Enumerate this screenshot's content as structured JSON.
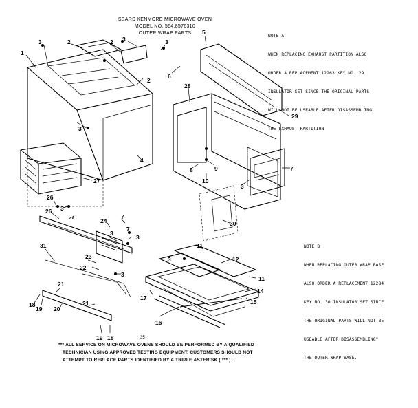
{
  "header": {
    "line1": "SEARS KENMORE MICROWAVE OVEN",
    "line2": "MODEL NO. 564.8576310",
    "line3": "OUTER WRAP PARTS"
  },
  "note_a": {
    "title": "NOTE A",
    "lines": [
      "WHEN REPLACING EXHAUST PARTITION ALSO",
      "ORDER A REPLACEMENT 12263 KEY NO. 29",
      "INSULATOR SET SINCE THE ORIGINAL PARTS",
      "WILL NOT BE USEABLE AFTER DISASSEMBLING",
      "THE EXHAUST PARTITION"
    ]
  },
  "note_b": {
    "title": "NOTE B",
    "lines": [
      "WHEN REPLACING OUTER WRAP BASE",
      "ALSO ORDER A REPLACEMENT 12284",
      "KEY NO. 30 INSULATOR SET SINCE",
      "THE ORIGINAL PARTS WILL NOT BE",
      "USEABLE AFTER DISASSEMBLING\"",
      "THE OUTER WRAP BASE."
    ]
  },
  "footer": {
    "line1": "*** ALL SERVICE ON MICROWAVE OVENS SHOULD BE PERFORMED BY A QUALIFIED",
    "line2": "TECHNICIAN USING APPROVED TESTING EQUIPMENT. CUSTOMERS SHOULD NOT",
    "line3": "ATTEMPT TO REPLACE PARTS IDENTIFIED BY A TRIPLE ASTERISK ( *** )."
  },
  "page_code": "35",
  "callouts": [
    "1",
    "2",
    "3",
    "3",
    "2",
    "3",
    "2",
    "3",
    "5",
    "6",
    "28",
    "29",
    "4",
    "27",
    "8",
    "9",
    "10",
    "7",
    "3",
    "26",
    "3",
    "7",
    "26",
    "7",
    "24",
    "7",
    "3",
    "3",
    "31",
    "30",
    "11",
    "12",
    "3",
    "22",
    "23",
    "3",
    "11",
    "21",
    "14",
    "18",
    "19",
    "17",
    "20",
    "21",
    "16",
    "15",
    "19",
    "18"
  ]
}
